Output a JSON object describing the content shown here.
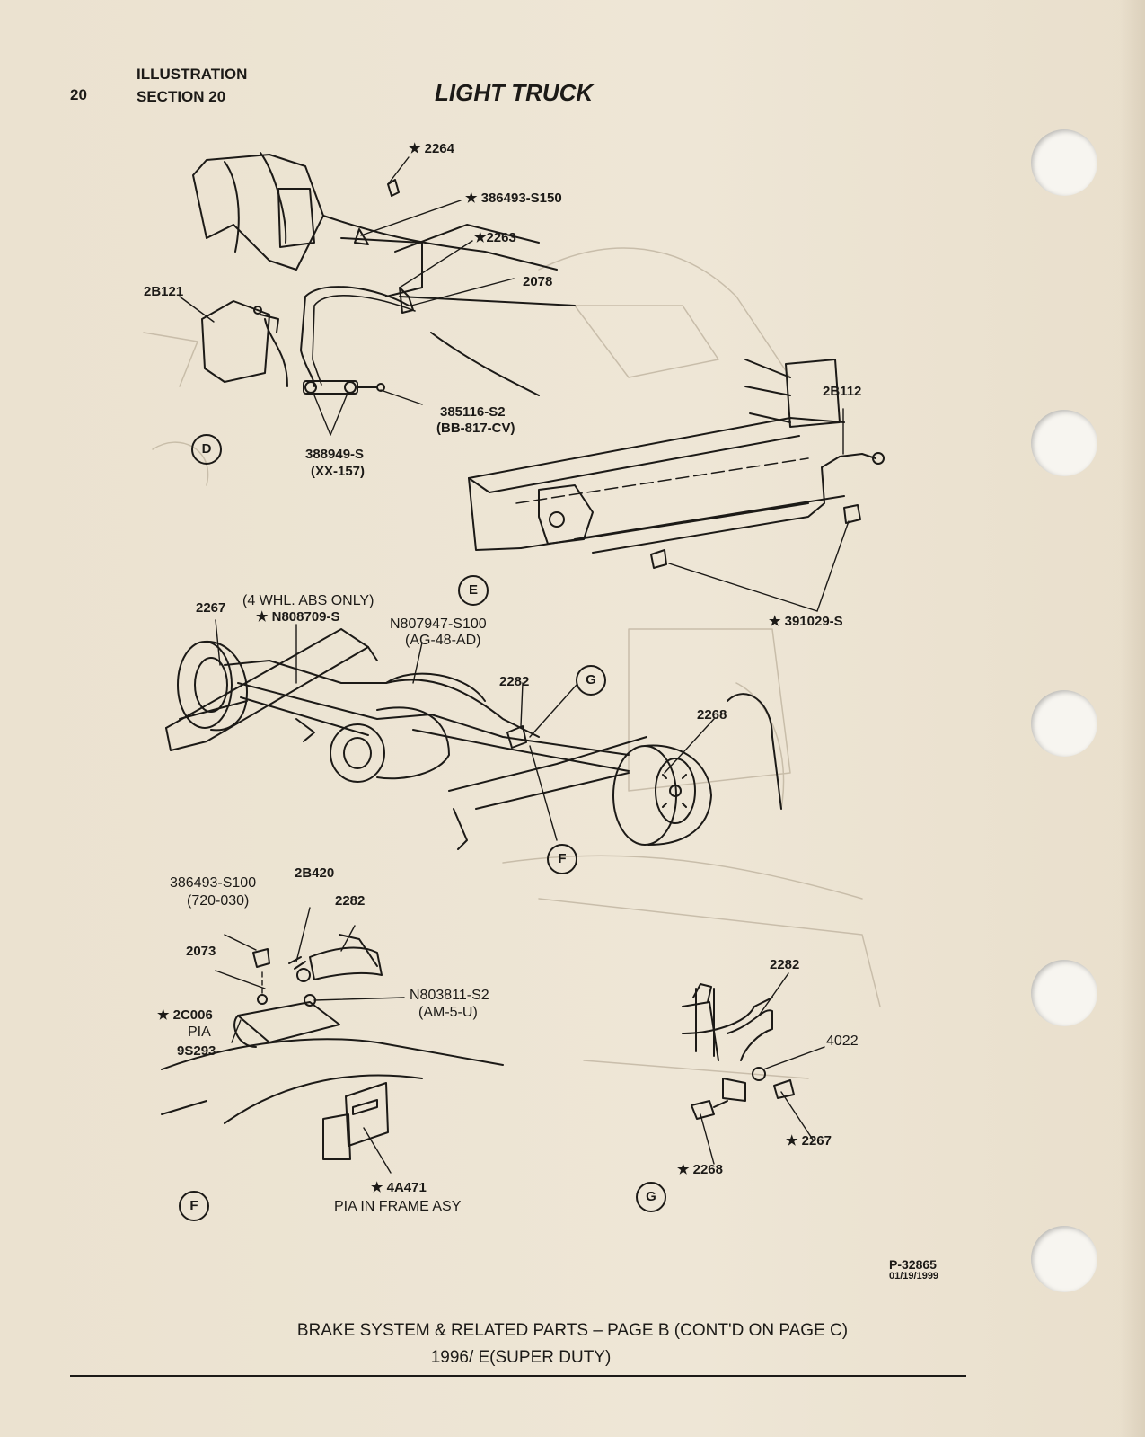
{
  "header": {
    "page_number": "20",
    "illustration": "ILLUSTRATION",
    "section": "SECTION 20",
    "title": "LIGHT TRUCK"
  },
  "views": {
    "d": "D",
    "e": "E",
    "f_callout": "F",
    "g_callout": "G",
    "f": "F",
    "g": "G"
  },
  "labels": {
    "p2264": "★ 2264",
    "p386493_s150": "★ 386493-S150",
    "p2263": "★2263",
    "p2078": "2078",
    "p2b121": "2B121",
    "p385116": "385116-S2",
    "p385116_code": "(BB-817-CV)",
    "p388949": "388949-S",
    "p388949_code": "(XX-157)",
    "p2b112": "2B112",
    "p391029": "★ 391029-S",
    "abs_note": "(4 WHL. ABS ONLY)",
    "p2267_top": "2267",
    "pn808709": "★ N808709-S",
    "pn807947": "N807947-S100",
    "pn807947_code": "(AG-48-AD)",
    "p2282_mid": "2282",
    "p2268_mid": "2268",
    "p386493_s100": "386493-S100",
    "p386493_s100_code": "(720-030)",
    "p2b420": "2B420",
    "p2282_f": "2282",
    "p2073": "2073",
    "pn803811": "N803811-S2",
    "pn803811_code": "(AM-5-U)",
    "p2c006": "★ 2C006",
    "p2c006_pia": "PIA",
    "p9s293": "9S293",
    "p4a471": "★ 4A471",
    "p4a471_note": "PIA IN FRAME ASY",
    "p2282_g": "2282",
    "p4022": "4022",
    "p2267_g": "★ 2267",
    "p2268_g": "★ 2268"
  },
  "figure_id": "P-32865",
  "figure_date": "01/19/1999",
  "footer": {
    "line1": "BRAKE SYSTEM & RELATED PARTS – PAGE B (CONT'D ON PAGE C)",
    "line2": "1996/ E(SUPER DUTY)"
  }
}
